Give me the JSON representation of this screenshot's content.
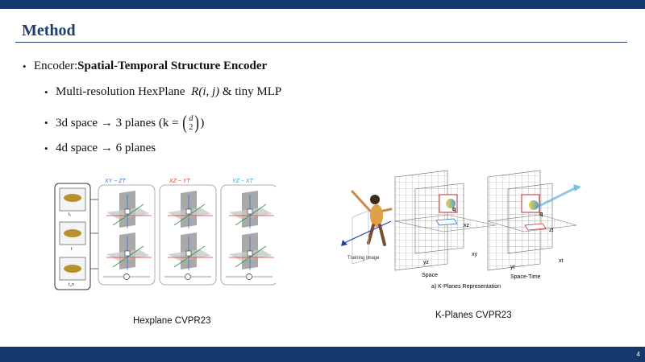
{
  "slide": {
    "title": "Method",
    "page_number": "4",
    "bullets": {
      "encoder_prefix": "Encoder: ",
      "encoder_name": "Spatial-Temporal Structure Encoder",
      "hexplane_prefix": "Multi-resolution HexPlane ",
      "hexplane_math": "R(i, j)",
      "hexplane_suffix": " & tiny MLP",
      "space_prefix": "3d space ",
      "space_arrow": "→",
      "space_mid": " 3 planes (k = ",
      "binom_top": "d",
      "binom_bottom": "2",
      "space_suffix": ")",
      "space4_prefix": "4d space ",
      "space4_arrow": "→",
      "space4_suffix": " 6 planes"
    },
    "figures": {
      "hexplane": {
        "caption": "Hexplane CVPR23",
        "panel_titles": [
          "XY − ZT",
          "XZ − YT",
          "YZ − XT"
        ],
        "frame_labels": [
          "t₁",
          "t",
          "t_n"
        ]
      },
      "kplanes": {
        "caption": "K-Planes CVPR23",
        "labels": {
          "training_image": "Training image",
          "yz": "yz",
          "xz": "xz",
          "xy": "xy",
          "yt": "yt",
          "zt": "zt",
          "xt": "xt",
          "q1": "q",
          "q2": "q",
          "space": "Space",
          "space_time": "Space-Time",
          "subtitle": "a) K-Planes Representation"
        }
      }
    },
    "colors": {
      "accent": "#14386b",
      "title": "#1f3f6e"
    }
  }
}
